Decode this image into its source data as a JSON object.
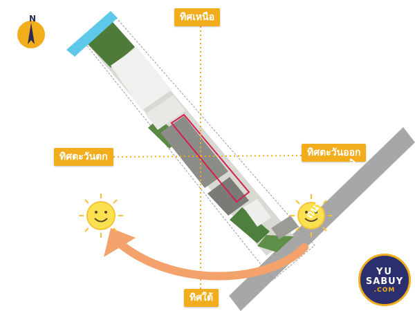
{
  "compass": {
    "letter": "N",
    "icon": "north-arrow-icon"
  },
  "directions": {
    "north": "ทิศเหนือ",
    "south": "ทิศใต้",
    "west": "ทิศตะวันตก",
    "east": "ทิศตะวันออก"
  },
  "road": {
    "name": "ถนนรามคำแหง"
  },
  "logo": {
    "line1": "YU",
    "line2": "SABUY",
    "line3": ".COM"
  },
  "colors": {
    "label_bg": "#f2ad1d",
    "road": "#a7a7a7",
    "sun_path": "#f4a26b",
    "highlight": "#d61f4a",
    "water": "#5ec8ea",
    "logo_bg": "#2c2f6e"
  },
  "icons": {
    "sun": "sun-smiley-icon",
    "sun_path_arrow": "curved-arrow-icon"
  }
}
